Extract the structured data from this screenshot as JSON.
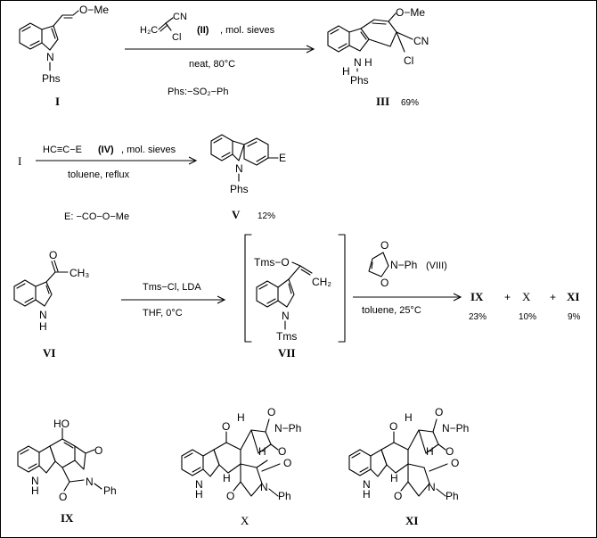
{
  "reaction1": {
    "reactant_label": "I",
    "reactant_substituent": "O−Me",
    "reactant_n_group": "Phs",
    "reagent_formula_left": "H₂C",
    "reagent_cn": "CN",
    "reagent_cl": "Cl",
    "reagent_tag": "(II)",
    "reagent_tail": ", mol. sieves",
    "conditions": "neat, 80°C",
    "abbreviation": "Phs:−SO₂−Ph",
    "product_label": "III",
    "product_yield": "69%",
    "product_ome": "O−Me",
    "product_cn": "CN",
    "product_cl": "Cl",
    "product_nh": "N",
    "product_h": "H",
    "product_ring_h": "H",
    "product_phs": "Phs"
  },
  "reaction2": {
    "start_label": "I",
    "reagent": "HC≡C−E",
    "reagent_tag": "(IV)",
    "reagent_tail": ", mol. sieves",
    "conditions": "toluene, reflux",
    "definition": "E: −CO−O−Me",
    "product_label": "V",
    "product_yield": "12%",
    "product_e": "E",
    "product_n": "N",
    "product_phs": "Phs"
  },
  "reaction3": {
    "reactant_label": "VI",
    "reactant_ch3": "CH₃",
    "reactant_o": "O",
    "reactant_n": "N",
    "reactant_h": "H",
    "step1_reagents": "Tms−Cl, LDA",
    "step1_conditions": "THF, 0°C",
    "intermediate_label": "VII",
    "intermediate_otms": "Tms−O",
    "intermediate_ch2": "CH₂",
    "intermediate_n": "N",
    "intermediate_tms": "Tms",
    "maleimide_o_top": "O",
    "maleimide_o_bottom": "O",
    "maleimide_n": "N−Ph",
    "maleimide_tag": "(VIII)",
    "step2_conditions": "toluene, 25°C",
    "products": [
      {
        "label": "IX",
        "yield": "23%"
      },
      {
        "label": "X",
        "yield": "10%"
      },
      {
        "label": "XI",
        "yield": "9%"
      }
    ],
    "plus": "+"
  },
  "structures": {
    "ix_label": "IX",
    "x_label": "X",
    "xi_label": "XI",
    "ho": "HO",
    "o": "O",
    "n": "N",
    "h": "H",
    "ph": "Ph",
    "n_ph": "N−Ph"
  }
}
